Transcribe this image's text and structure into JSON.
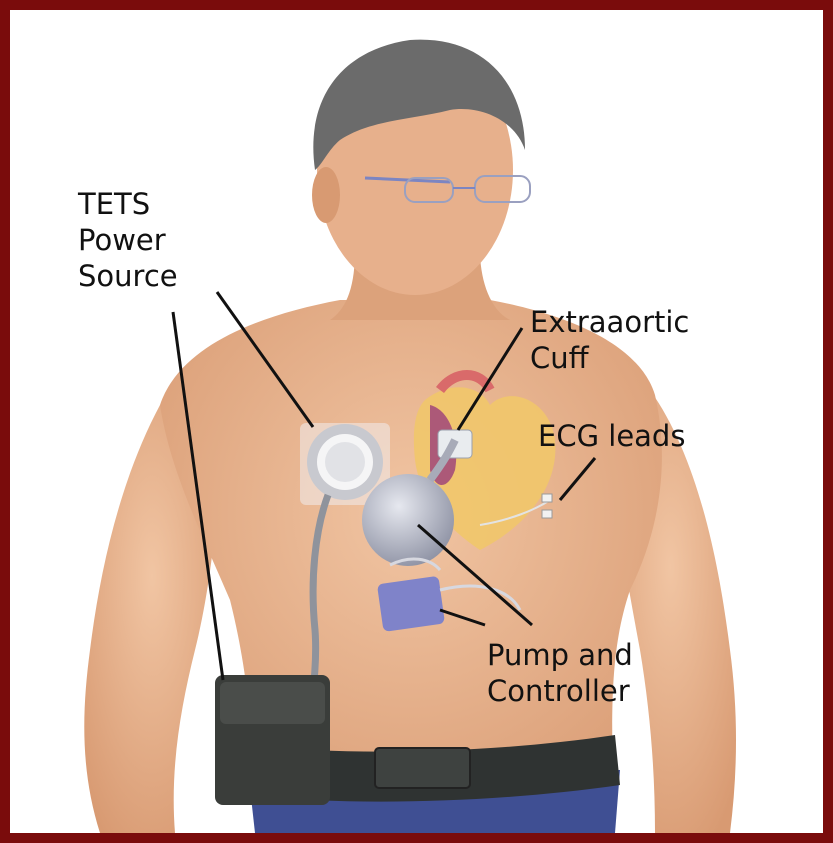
{
  "labels": {
    "tets": [
      "TETS",
      "Power",
      "Source"
    ],
    "cuff": [
      "Extraaortic",
      "Cuff"
    ],
    "ecg": "ECG leads",
    "pump": [
      "Pump and",
      "Controller"
    ]
  },
  "colors": {
    "frame": "#7a0c0c",
    "skin": "#e9b48f",
    "skin_shadow": "#cf916a",
    "hair": "#6b6b6b",
    "pants": "#3f4f93",
    "belt": "#2f3332",
    "pouch": "#3a3d3a",
    "device": "#b8bcc8",
    "controller": "#7f83c9"
  },
  "icons": [
    "man-illustration",
    "tets-coil-icon",
    "pump-icon",
    "controller-box-icon",
    "heart-icon",
    "belt-pouch-icon"
  ]
}
